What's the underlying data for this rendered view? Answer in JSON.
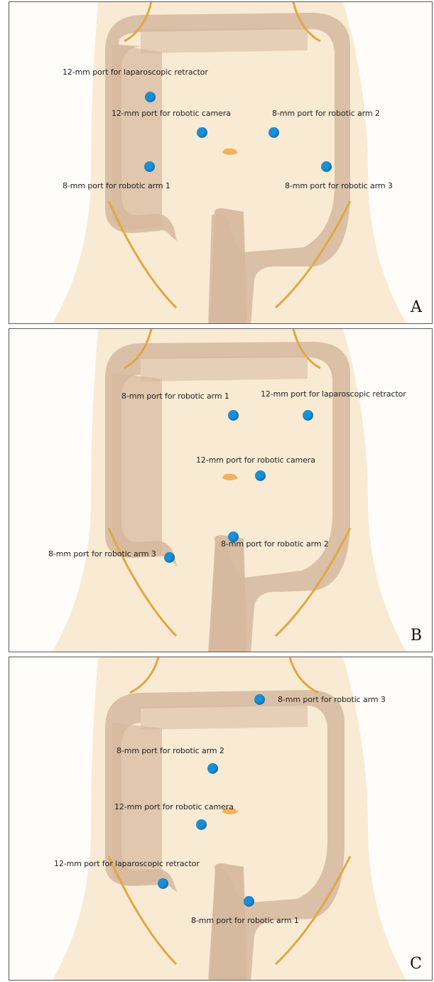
{
  "colors": {
    "port": "#1a8fd6",
    "skin": "#f9ead4",
    "colon": "#cfb196",
    "outline": "#e2a741",
    "navel": "#f2b25a"
  },
  "panels": [
    {
      "letter": "A",
      "labels": {
        "retractor": "12-mm port for laparoscopic retractor",
        "camera": "12-mm port for robotic camera",
        "arm1": "8-mm port for robotic arm 1",
        "arm2": "8-mm port for robotic arm 2",
        "arm3": "8-mm port for robotic arm 3"
      }
    },
    {
      "letter": "B",
      "labels": {
        "arm1": "8-mm port for robotic arm 1",
        "retractor": "12-mm port for laparoscopic retractor",
        "camera": "12-mm port for robotic camera",
        "arm2": "8-mm port for robotic arm 2",
        "arm3": "8-mm port for robotic arm 3"
      }
    },
    {
      "letter": "C",
      "labels": {
        "arm3": "8-mm port for robotic arm 3",
        "arm2": "8-mm port for robotic arm 2",
        "camera": "12-mm port for robotic camera",
        "retractor": "12-mm port for laparoscopic retractor",
        "arm1": "8-mm port for robotic arm 1"
      }
    }
  ]
}
